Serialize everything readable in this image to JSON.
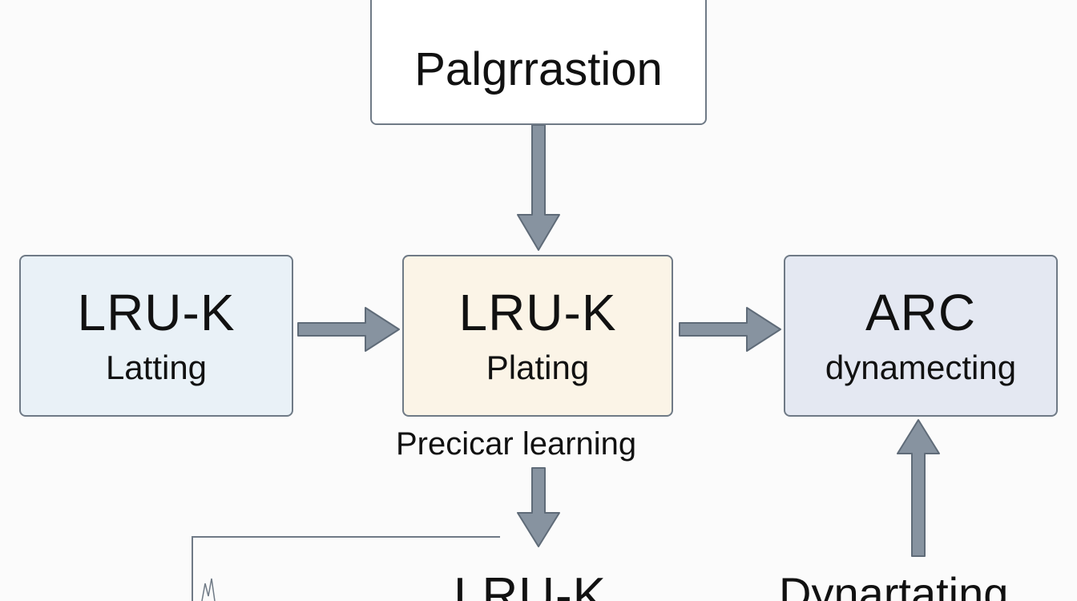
{
  "nodes": {
    "top": {
      "title": "Palgrrastion"
    },
    "lru_left": {
      "title": "LRU-K",
      "subtitle": "Latting"
    },
    "lru_mid": {
      "title": "LRU-K",
      "subtitle": "Plating",
      "caption": "Precicar learning"
    },
    "arc": {
      "title": "ARC",
      "subtitle": "dynamecting"
    },
    "bottom_mid": {
      "title": "LRU-K"
    },
    "bottom_right": {
      "title": "Dynartating"
    }
  },
  "colors": {
    "arrow": "#8793a0",
    "arrow_outline": "#5f6b78",
    "border": "#6f7a86",
    "box_top": "#ffffff",
    "box_left": "#e9f1f7",
    "box_mid": "#fbf4e7",
    "box_right": "#e4e8f2"
  }
}
